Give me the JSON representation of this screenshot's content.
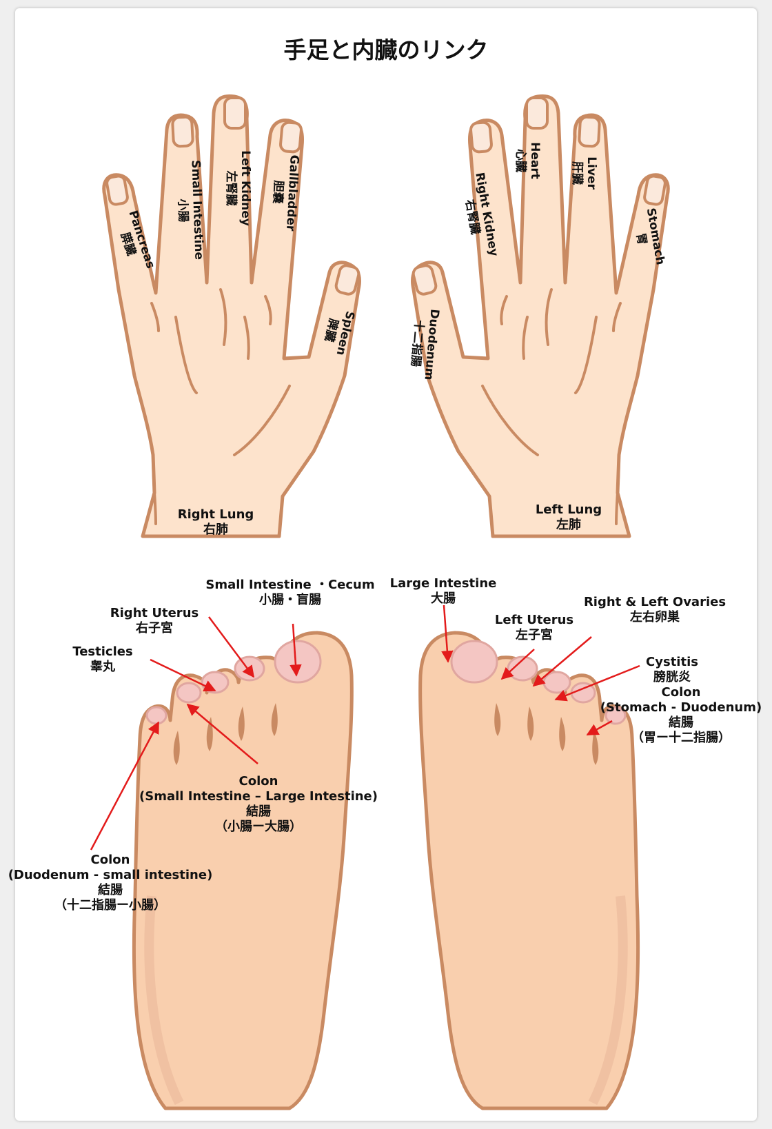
{
  "title": "手足と内臓のリンク",
  "colors": {
    "skin": "#fde3cc",
    "skin_shadow": "#e9b79a",
    "outline": "#c98a62",
    "nail": "#fbe9dc",
    "toe_nail": "#f4c6c3",
    "arrow": "#e31b1b"
  },
  "hands": {
    "right": {
      "pancreas": [
        "Pancreas",
        "膵臓"
      ],
      "small_intestine": [
        "Small Intestine",
        "小腸"
      ],
      "left_kidney": [
        "Left Kidney",
        "左腎臓"
      ],
      "gallbladder": [
        "Gallbladder",
        "胆嚢"
      ],
      "spleen": [
        "Spleen",
        "脾臓"
      ],
      "lung": [
        "Right Lung",
        "右肺"
      ]
    },
    "left": {
      "duodenum": [
        "Duodenum",
        "十二指腸"
      ],
      "right_kidney": [
        "Right Kidney",
        "右腎臓"
      ],
      "heart": [
        "Heart",
        "心臓"
      ],
      "liver": [
        "Liver",
        "肝臓"
      ],
      "stomach": [
        "Stomach",
        "胃"
      ],
      "lung": [
        "Left Lung",
        "左肺"
      ]
    }
  },
  "feet": {
    "right": {
      "small_intestine_cecum": [
        "Small Intestine ・Cecum",
        "小腸・盲腸"
      ],
      "right_uterus": [
        "Right Uterus",
        "右子宮"
      ],
      "testicles": [
        "Testicles",
        "睾丸"
      ],
      "colon_si_li": [
        "Colon",
        "(Small Intestine – Large Intestine)",
        "結腸",
        "（小腸ー大腸）"
      ],
      "colon_duo_si": [
        "Colon",
        "(Duodenum - small intestine)",
        "結腸",
        "（十二指腸ー小腸）"
      ]
    },
    "left": {
      "large_intestine": [
        "Large Intestine",
        "大腸"
      ],
      "left_uterus": [
        "Left Uterus",
        "左子宮"
      ],
      "ovaries": [
        "Right & Left Ovaries",
        "左右卵巣"
      ],
      "cystitis": [
        "Cystitis",
        "膀胱炎"
      ],
      "colon_st_duo": [
        "Colon",
        "(Stomach - Duodenum)",
        "結腸",
        "（胃ー十二指腸）"
      ]
    }
  }
}
